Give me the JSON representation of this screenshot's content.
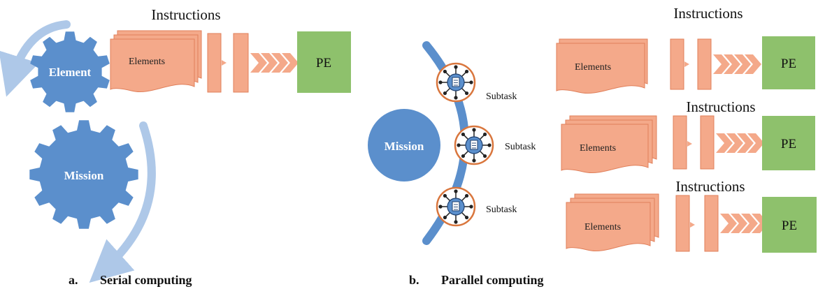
{
  "serial": {
    "instructions": "Instructions",
    "elements": "Elements",
    "pe": "PE",
    "gear_element": "Element",
    "gear_mission": "Mission",
    "caption_letter": "a.",
    "caption_text": "Serial computing"
  },
  "parallel": {
    "mission": "Mission",
    "subtasks": [
      "Subtask",
      "Subtask",
      "Subtask"
    ],
    "rows": [
      {
        "instructions": "Instructions",
        "elements": "Elements",
        "pe": "PE"
      },
      {
        "instructions": "Instructions",
        "elements": "Elements",
        "pe": "PE"
      },
      {
        "instructions": "Instructions",
        "elements": "Elements",
        "pe": "PE"
      }
    ],
    "caption_letter": "b.",
    "caption_text": "Parallel computing"
  },
  "colors": {
    "gear_blue": "#5b8fcc",
    "arrow_light_blue": "#aec8e8",
    "orange_fill": "#f4a98a",
    "orange_stroke": "#e07f5a",
    "pe_green": "#8ec16c",
    "subtask_ring": "#d9763d"
  }
}
